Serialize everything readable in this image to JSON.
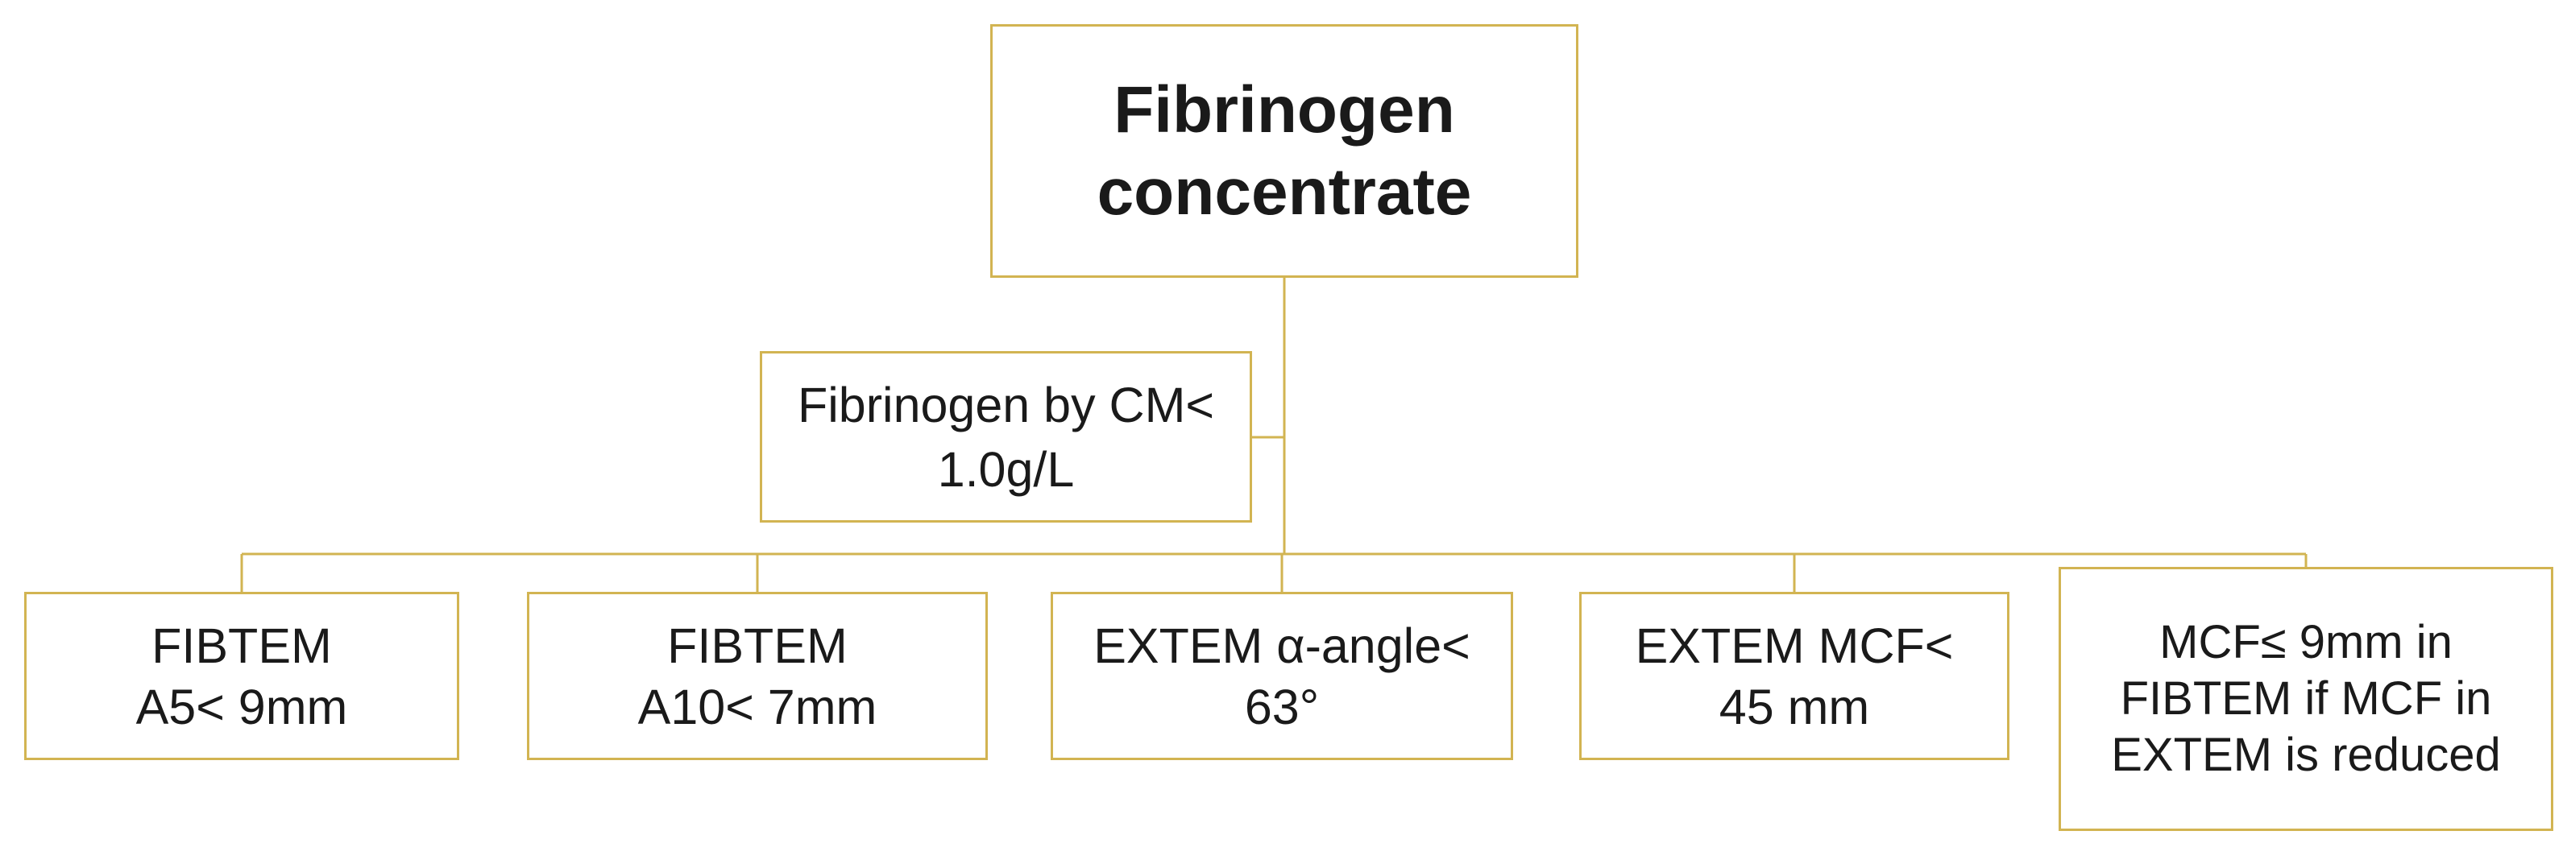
{
  "diagram": {
    "root": {
      "label": "Fibrinogen concentrate"
    },
    "condition": {
      "label": "Fibrinogen by CM< 1.0g/L"
    },
    "criteria": [
      {
        "label": "FIBTEM A5< 9mm"
      },
      {
        "label": "FIBTEM A10< 7mm"
      },
      {
        "label": "EXTEM α-angle< 63°"
      },
      {
        "label": "EXTEM MCF< 45 mm"
      },
      {
        "label": "MCF≤ 9mm in FIBTEM if MCF in EXTEM is reduced"
      }
    ],
    "colors": {
      "border": "#d2b452",
      "connector": "#d2b452",
      "text": "#1a1a1a"
    }
  }
}
